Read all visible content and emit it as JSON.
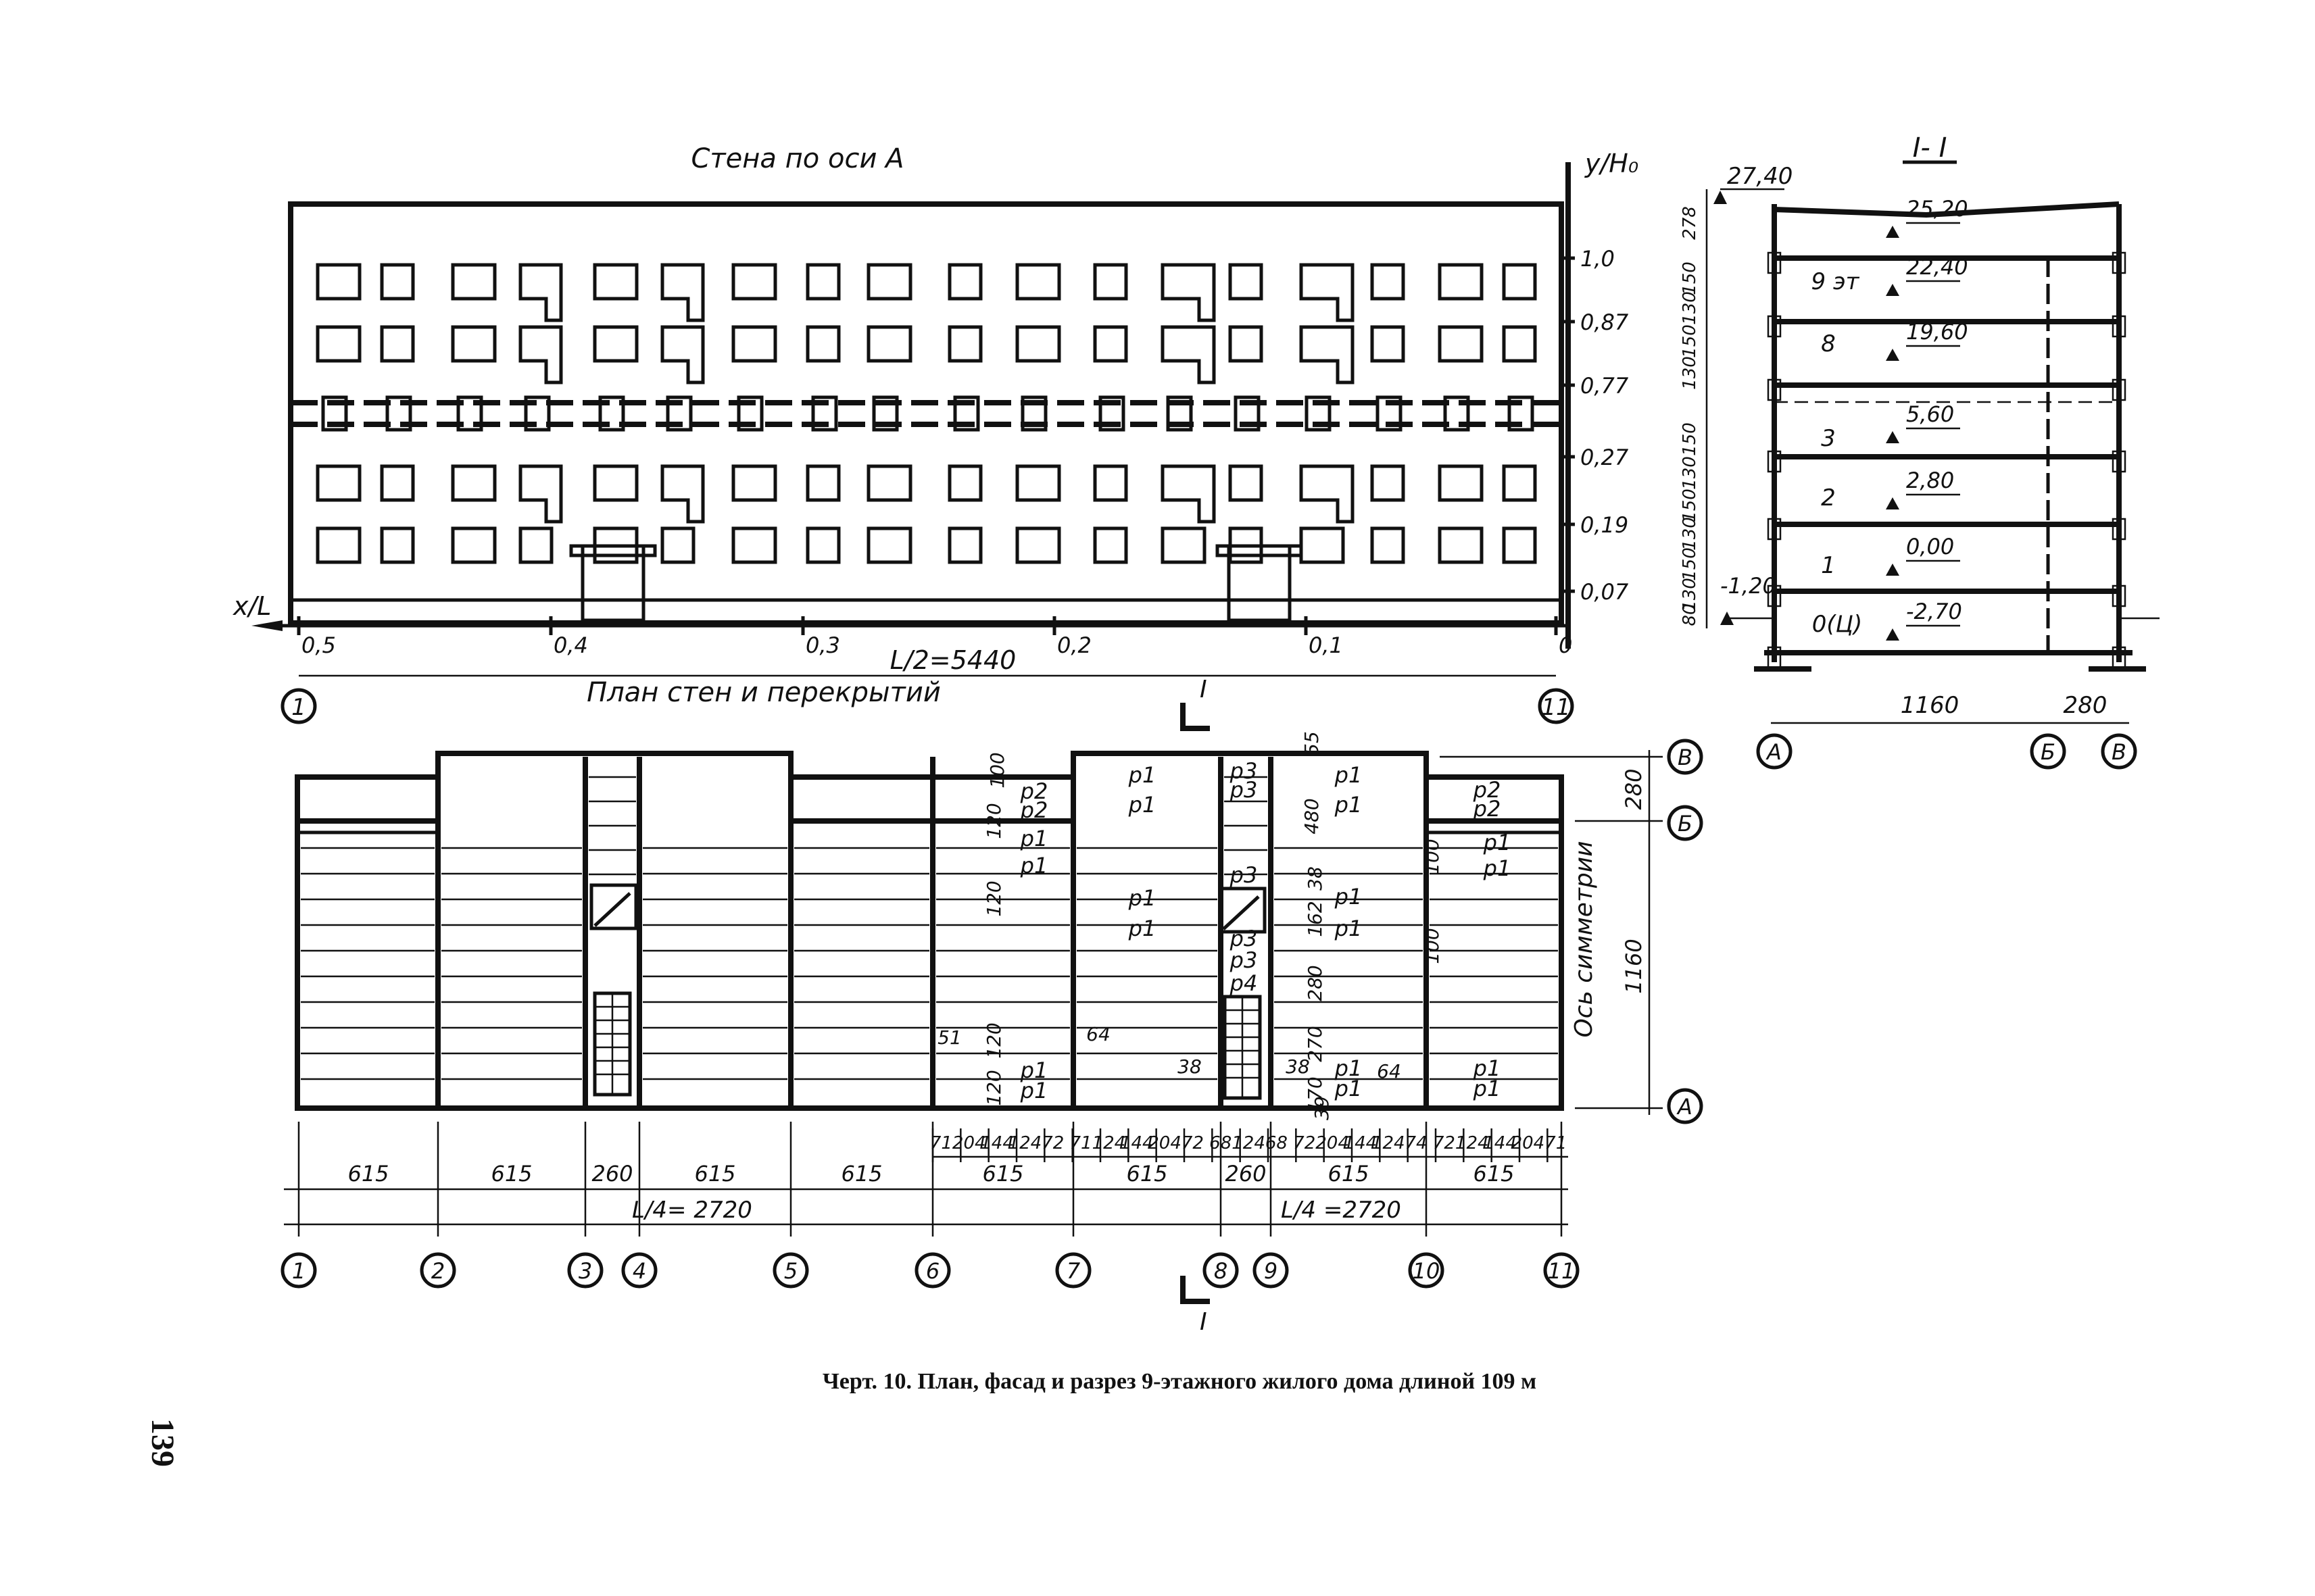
{
  "facade": {
    "title": "Стена по оси А",
    "y_axis_label": "y/H₀",
    "x_axis_label": "x/L",
    "y_ticks": [
      "1,0",
      "0,87",
      "0,77",
      "0,27",
      "0,19",
      "0,07"
    ],
    "x_ticks": [
      "0,5",
      "0,4",
      "0,3",
      "0,2",
      "0,1",
      "0"
    ],
    "half_length": "L/2=5440",
    "axis_start": "1",
    "axis_end": "11"
  },
  "plan": {
    "title": "План стен и перекрытий",
    "symmetry_axis": "Ось симметрии",
    "axes_bottom": [
      "1",
      "2",
      "3",
      "4",
      "5",
      "6",
      "7",
      "8",
      "9",
      "10",
      "11"
    ],
    "axes_right": [
      "В",
      "Б",
      "А"
    ],
    "span_dims": [
      "615",
      "615",
      "260",
      "615",
      "615",
      "615",
      "615",
      "260",
      "615",
      "615"
    ],
    "quarter_left": "L/4= 2720",
    "quarter_right": "L/4 =2720",
    "fine_dims": [
      "71",
      "204",
      "144",
      "124",
      "72",
      "71",
      "124",
      "144",
      "204",
      "72",
      "68",
      "124",
      "68",
      "72",
      "204",
      "144",
      "124",
      "74",
      "72",
      "124",
      "144",
      "204",
      "71"
    ],
    "vert_dims_right": [
      "280",
      "1160"
    ],
    "slab_labels": [
      "р2",
      "р2",
      "р1",
      "р1",
      "р1",
      "р1",
      "р1",
      "р1",
      "р3",
      "р3",
      "р3",
      "р3",
      "р3",
      "р4",
      "р1",
      "р1",
      "р1",
      "р1",
      "р1",
      "р1",
      "р1",
      "р1",
      "р2",
      "р2",
      "р1",
      "р1",
      "р1",
      "р1"
    ],
    "misc_dims": [
      "55",
      "480",
      "38",
      "162",
      "280",
      "270",
      "170",
      "39",
      "64",
      "64",
      "51",
      "38",
      "38",
      "100",
      "100",
      "100",
      "120",
      "120",
      "120",
      "120"
    ],
    "section_mark": "I"
  },
  "section": {
    "title": "I- I",
    "top_level": "27,40",
    "levels": [
      "25,20",
      "22,40",
      "19,60",
      "5,60",
      "2,80",
      "0,00",
      "-2,70"
    ],
    "floor_labels": [
      "9 эт",
      "8",
      "3",
      "2",
      "1",
      "0(Ц)"
    ],
    "side_level": "-1,20",
    "height_dims": [
      "278",
      "150",
      "130",
      "150",
      "130",
      "150",
      "130",
      "150",
      "130",
      "150",
      "130",
      "80"
    ],
    "width_dims": [
      "1160",
      "280"
    ],
    "axes": [
      "А",
      "Б",
      "В"
    ]
  },
  "caption": "Черт. 10. План, фасад и разрез 9-этажного жилого дома длиной 109 м",
  "page_number": "139"
}
